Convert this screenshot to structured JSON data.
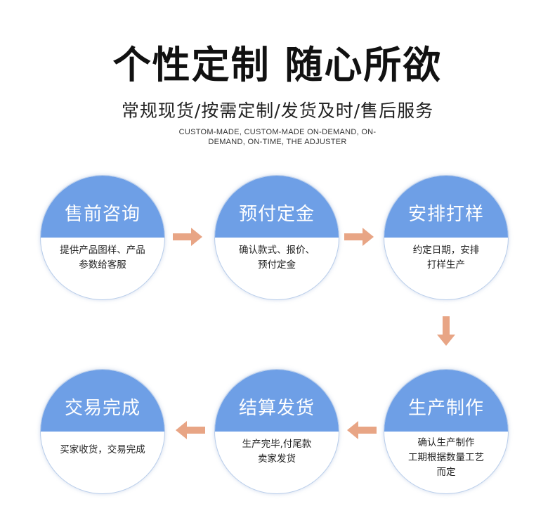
{
  "title": "个性定制 随心所欲",
  "subtitle": "常规现货/按需定制/发货及时/售后服务",
  "english_line1": "CUSTOM-MADE, CUSTOM-MADE ON-DEMAND, ON-",
  "english_line2": "DEMAND, ON-TIME, THE ADJUSTER",
  "colors": {
    "circle_top": "#6e9fe6",
    "arrow": "#e8a585"
  },
  "steps": [
    {
      "title": "售前咨询",
      "line1": "提供产品图样、产品",
      "line2": "参数给客服",
      "line3": ""
    },
    {
      "title": "预付定金",
      "line1": "确认款式、报价、",
      "line2": "预付定金",
      "line3": ""
    },
    {
      "title": "安排打样",
      "line1": "约定日期，安排",
      "line2": "打样生产",
      "line3": ""
    },
    {
      "title": "生产制作",
      "line1": "确认生产制作",
      "line2": "工期根据数量工艺",
      "line3": "而定"
    },
    {
      "title": "结算发货",
      "line1": "生产完毕,付尾款",
      "line2": "卖家发货",
      "line3": ""
    },
    {
      "title": "交易完成",
      "line1": "买家收货，交易完成",
      "line2": "",
      "line3": ""
    }
  ]
}
